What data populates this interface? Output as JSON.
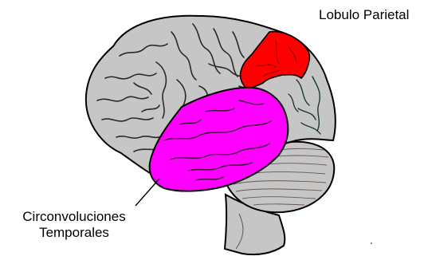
{
  "labels": {
    "parietal": "Lobulo Parietal",
    "temporal_line1": "Circonvoluciones",
    "temporal_line2": "Temporales"
  },
  "colors": {
    "brain_fill": "#c6c6c6",
    "parietal_highlight": "#ff0000",
    "temporal_highlight": "#ff00ff",
    "outline": "#000000",
    "sulci": "#2a2a2a"
  }
}
